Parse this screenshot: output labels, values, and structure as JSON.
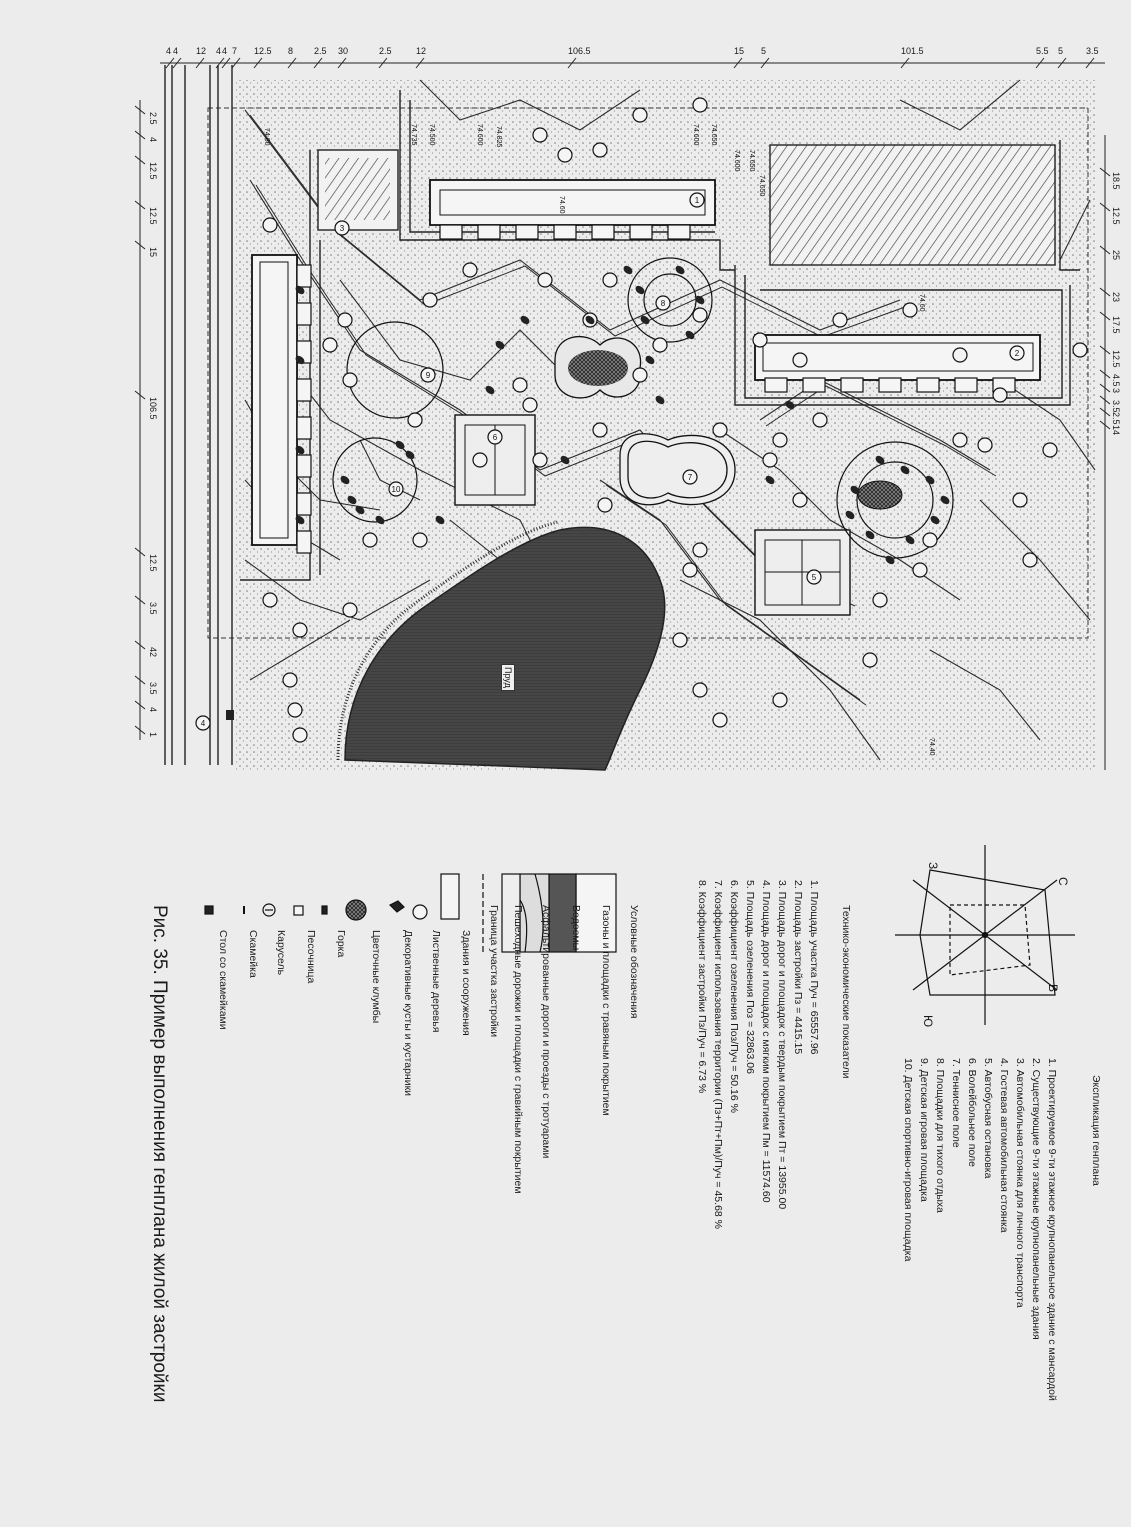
{
  "site_plan": {
    "dims_top": [
      "4",
      "4",
      "12",
      "4",
      "4",
      "7",
      "12.5",
      "8",
      "2.5",
      "30",
      "2.5",
      "12",
      "106.5",
      "15",
      "5",
      "101.5",
      "5.5",
      "5",
      "3.5"
    ],
    "dims_right": [
      "18.5",
      "12.5",
      "25",
      "23",
      "17.5",
      "12.5",
      "4.5",
      "3",
      "3.5",
      "2.5",
      "14"
    ],
    "dims_left": [
      "2.5",
      "4",
      "12.5",
      "12.5",
      "15",
      "106.5",
      "12.5",
      "3.5",
      "42",
      "3.5",
      "4",
      "1"
    ],
    "elevations": [
      "74.80",
      "74.735",
      "74.500",
      "74.600",
      "74.825",
      "74.600",
      "74.650",
      "74.600",
      "74.650",
      "74.650",
      "74.60",
      "74.60",
      "74.40"
    ],
    "pond_label": "Пруд",
    "building_numbers": [
      "1",
      "2",
      "3",
      "4",
      "5",
      "6",
      "7",
      "8",
      "9",
      "10"
    ]
  },
  "explication": {
    "title": "Экспликация генплана",
    "items": [
      "1. Проектируемое 9-ти этажное крупнопанельное здание с мансардой",
      "2. Существующие 9-ти этажные крупнопанельные здания",
      "3. Автомобильная стоянка для личного транспорта",
      "4. Гостевая автомобильная стоянка",
      "5. Автобусная остановка",
      "6. Волейбольное поле",
      "7. Теннисное поле",
      "8. Площадки для тихого отдыха",
      "9. Детская игровая площадка",
      "10. Детская спортивно-игровая площадка"
    ]
  },
  "compass": {
    "north": "С",
    "east": "В",
    "south": "Ю",
    "west": "З"
  },
  "tep": {
    "title": "Технико-экономические показатели",
    "items": [
      "1. Площадь участка  Пуч = 65557.96",
      "2. Площадь застройки  Пз = 4415.15",
      "3. Площадь дорог и площадок с твердым покрытием  Пт = 13955.00",
      "4. Площадь дорог и площадок с мягким покрытием  Пм = 11574.60",
      "5. Площадь озеленения  Поз = 32863.06",
      "6. Коэффициент озеленения  Поз/Пуч = 50.16 %",
      "7. Коэффициент использования территории  (Пз+Пт+Пм)/Пуч = 45.68 %",
      "8. Коэффициент застройки  Пз/Пуч = 6.73 %"
    ]
  },
  "legend": {
    "title": "Условные обозначения",
    "items": [
      {
        "symbol": "grass",
        "label": "Газоны и площадки с травяным покрытием"
      },
      {
        "symbol": "water",
        "label": "Водоемы"
      },
      {
        "symbol": "asphalt",
        "label": "Асфальтированные дороги и проезды с тротуарами"
      },
      {
        "symbol": "gravel",
        "label": "Пешеходные дорожки и площадки с гравийным покрытием"
      },
      {
        "symbol": "boundary",
        "label": "Граница участка застройки"
      },
      {
        "symbol": "building",
        "label": "Здания и сооружения"
      },
      {
        "symbol": "tree",
        "label": "Лиственные деревья"
      },
      {
        "symbol": "shrub",
        "label": "Декоративные кусты и кустарники"
      },
      {
        "symbol": "flowerbed",
        "label": "Цветочные клумбы"
      },
      {
        "symbol": "hill",
        "label": "Горка"
      },
      {
        "symbol": "sandbox",
        "label": "Песочница"
      },
      {
        "symbol": "carousel",
        "label": "Карусель"
      },
      {
        "symbol": "bench",
        "label": "Скамейка"
      },
      {
        "symbol": "table",
        "label": "Стол со скамейками"
      }
    ]
  },
  "caption": "Рис. 35. Пример выполнения генплана жилой застройки",
  "colors": {
    "paper": "#ececec",
    "ink": "#1a1a1a",
    "pond": "#3a3a3a",
    "grass": "#d6d6d6"
  }
}
